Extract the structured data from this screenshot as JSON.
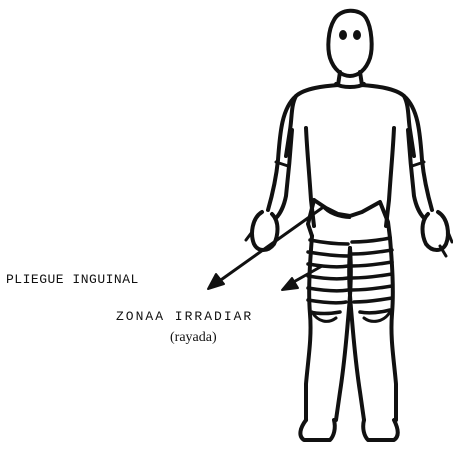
{
  "labels": {
    "inguinal_fold": "PLIEGUE INGUINAL",
    "zone_to_irradiate": "ZONAA IRRADIAR",
    "zone_note": "(rayada)"
  },
  "figure": {
    "subject": "body-outline-front",
    "ink_color": "#111111",
    "hatched_region": "both-thighs"
  }
}
